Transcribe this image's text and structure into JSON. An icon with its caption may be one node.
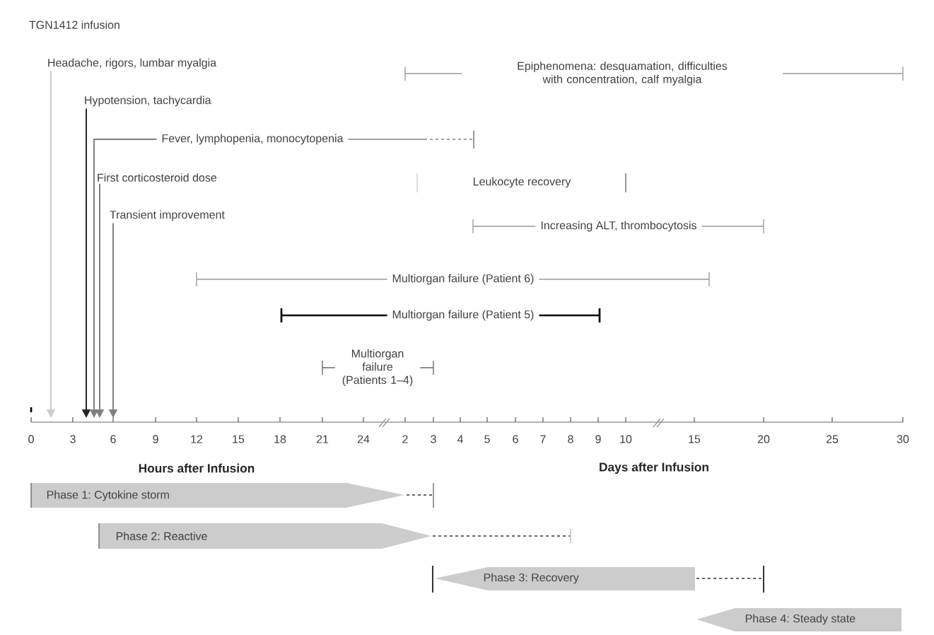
{
  "diagram": {
    "nodes": [
      {
        "text": [
          "TGN1412 infusion"
        ]
      },
      {
        "text": [
          "Headache, rigors, lumbar myalgia"
        ]
      },
      {
        "text": [
          "Hypotension, tachycardia"
        ]
      },
      {
        "text": [
          "Fever, lymphopenia, monocytopenia"
        ]
      },
      {
        "text": [
          "First corticosteroid dose"
        ]
      },
      {
        "text": [
          "Transient improvement"
        ]
      },
      {
        "text": [
          "Epiphenomena: desquamation, difficulties with concentration, calf myalgia"
        ]
      },
      {
        "text": [
          "Leukocyte recovery"
        ]
      },
      {
        "text": [
          "Increasing ALT, thrombocytosis"
        ]
      },
      {
        "text": [
          "Multiorgan failure (Patient 6)"
        ]
      },
      {
        "text": [
          "Multiorgan failure (Patient 5)"
        ]
      },
      {
        "text": [
          "Multiorgan failure (Patients 1–4)"
        ]
      },
      {
        "text": [
          "Phase 1: Cytokine storm"
        ]
      },
      {
        "text": [
          "Phase 2: Reactive"
        ]
      },
      {
        "text": [
          "Phase 3: Recovery"
        ]
      },
      {
        "text": [
          "Phase 4: Steady state"
        ]
      }
    ],
    "edges": [
      {
        "from": 1,
        "to": null,
        "arrow": "to",
        "color": "#cccccc"
      },
      {
        "from": 2,
        "to": null,
        "arrow": "to",
        "color": "#262626"
      },
      {
        "from": 3,
        "to": null,
        "arrow": "to"
      },
      {
        "from": 4,
        "to": null,
        "arrow": "to"
      },
      {
        "from": 5,
        "to": null,
        "arrow": "to"
      }
    ],
    "labels": [
      "0",
      "3",
      "6",
      "9",
      "12",
      "15",
      "18",
      "21",
      "24",
      "2",
      "3",
      "4",
      "5",
      "6",
      "7",
      "8",
      "9",
      "10",
      "15",
      "20",
      "25",
      "30",
      "Hours after Infusion",
      "Days after Infusion"
    ]
  }
}
